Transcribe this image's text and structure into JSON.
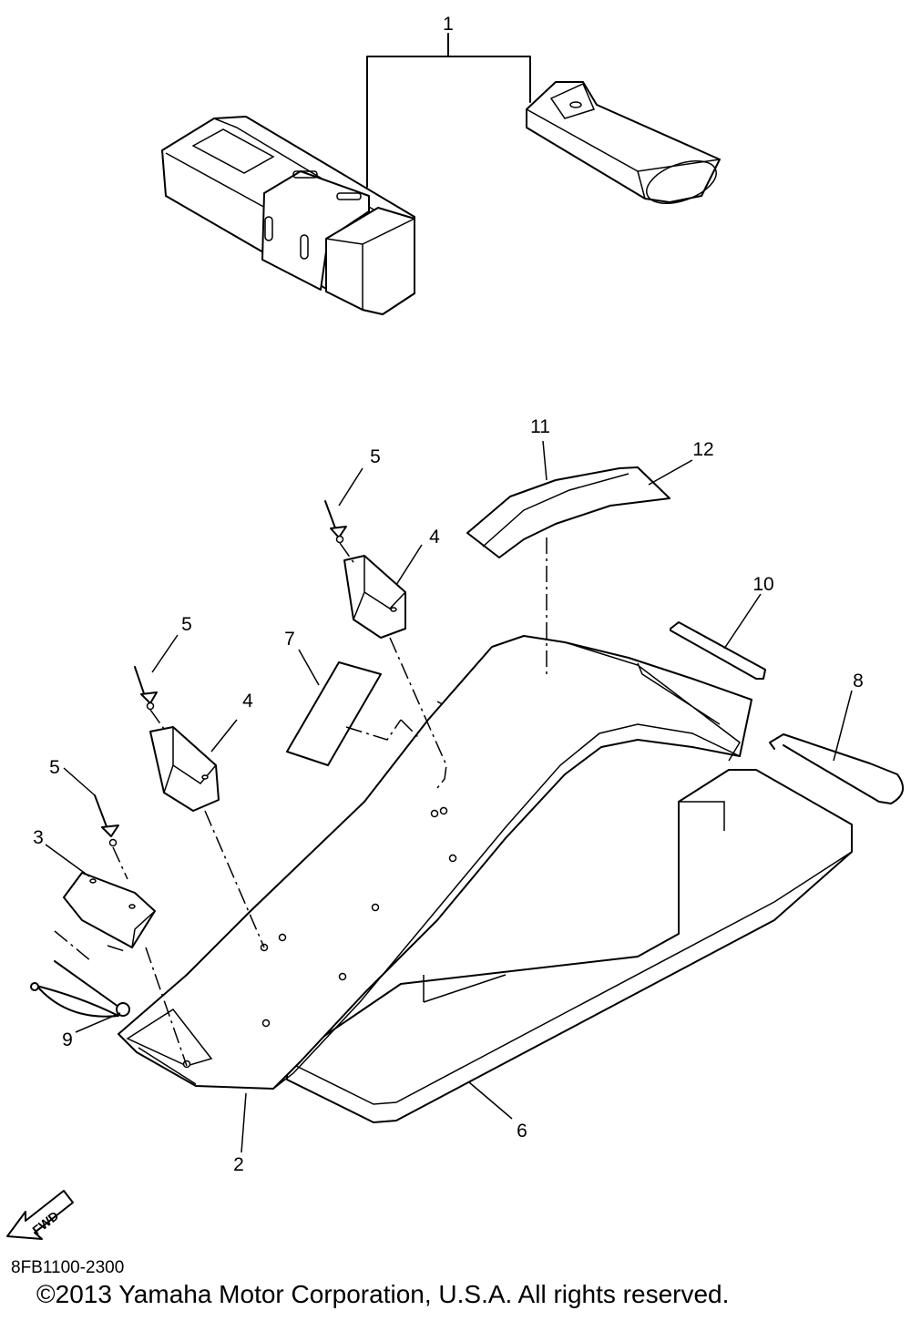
{
  "callouts": {
    "c1": "1",
    "c2": "2",
    "c3": "3",
    "c4a": "4",
    "c4b": "4",
    "c5a": "5",
    "c5b": "5",
    "c5c": "5",
    "c6": "6",
    "c7": "7",
    "c8": "8",
    "c9": "9",
    "c10": "10",
    "c11": "11",
    "c12": "12"
  },
  "fwd_label": "FWD",
  "diagram_code": "8FB1100-2300",
  "copyright": "©2013 Yamaha Motor Corporation, U.S.A. All rights reserved."
}
